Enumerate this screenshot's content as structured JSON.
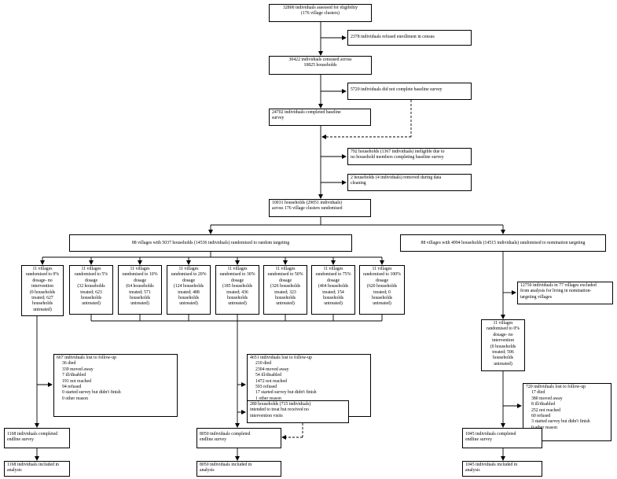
{
  "boxes": {
    "assessed": [
      "32800 individuals assessed for eligibility",
      "(176 village clusters)"
    ],
    "refused": [
      "2378 individuals refused enrollment in census"
    ],
    "censused": [
      "30422 individuals censused across",
      "10825 households"
    ],
    "no_baseline": [
      "5720 individuals did not complete baseline survey"
    ],
    "baseline": [
      "24702 individuals completed baseline",
      "survey"
    ],
    "ineligible": [
      "792 households (1367 individuals) ineligible due to",
      "no household members completing baseline survey"
    ],
    "removed": [
      "2 households (4 individuals) removed during data",
      "cleaning"
    ],
    "randomised": [
      "10031 households (29051 individuals)",
      "across 176 village clusters randomised"
    ],
    "random_targeting": [
      "88 villages with 5037 households (14536 individuals) randomised to random targeting"
    ],
    "nomination_targeting": [
      "88 villages with 4994 households (14515 individuals) randomised to nomination targeting"
    ],
    "arms": [
      [
        "11 villages",
        "randomised to 0%",
        "dosage- no",
        "intervention",
        "(0 households",
        "treated; 627",
        "households",
        "untreated)"
      ],
      [
        "11 villages",
        "randomised to 5%",
        "dosage",
        "(32 households",
        "treated; 623",
        "households",
        "untreated)"
      ],
      [
        "11 villages",
        "randomised to 10%",
        "dosage",
        "(64 households",
        "treated; 571",
        "households",
        "untreated)"
      ],
      [
        "11 villages",
        "randomised to 20%",
        "dosage",
        "(124 households",
        "treated; 488",
        "households",
        "untreated)"
      ],
      [
        "11 villages",
        "randomised to 30%",
        "dosage",
        "(185 households",
        "treated; 436",
        "households",
        "untreated)"
      ],
      [
        "11 villages",
        "randomised to 50%",
        "dosage",
        "(326 households",
        "treated; 323",
        "households",
        "untreated)"
      ],
      [
        "11 villages",
        "randomised to 75%",
        "dosage",
        "(464 households",
        "treated; 154",
        "households",
        "untreated)"
      ],
      [
        "11 villages",
        "randomised to 100%",
        "dosage",
        "(620 households",
        "treated;  0",
        "households",
        "untreated)"
      ]
    ],
    "excluded_nomination": [
      "12750 individuals in 77 villages excluded",
      "from analysis for living in nomination-",
      "targeting villages"
    ],
    "nomination_arm": [
      "11 villages",
      "randomised to 0%",
      "dosage- no",
      "intervention",
      "(0 households",
      "treated; 596",
      "households",
      "untreated)"
    ],
    "lost_control": {
      "title": "667 individuals lost to follow-up",
      "items": [
        "36 died",
        "339 moved away",
        "7 ill/disabled",
        "191 not reached",
        "94 refused",
        "0 started survey but didn't finish",
        "0 other reason"
      ]
    },
    "lost_treated": {
      "title": "4651 individuals lost to follow-up",
      "items": [
        "210 died",
        "2304 moved away",
        "54 ill/disabled",
        "1472 not reached",
        "593 refused",
        "17 started survey but didn't finish",
        "1 other reason"
      ]
    },
    "lost_nomination": {
      "title": "720 individuals lost to follow-up",
      "items": [
        "17 died",
        "380 moved away",
        "8 ill/disabled",
        "252 not reached",
        "60 refused",
        "3 started survey but didn't finish",
        "0 other reason"
      ]
    },
    "no_intervention": [
      "280 households (715 individuals)",
      "intended to treat but received no",
      "intervention visits"
    ],
    "endline_control": [
      "1168 individuals completed",
      "endline survey"
    ],
    "endline_treated": [
      "8050 individuals completed",
      "endline survey"
    ],
    "endline_nomination": [
      "1045 individuals completed",
      "endline survey"
    ],
    "analysis_control": [
      "1168 individuals included in",
      "analysis"
    ],
    "analysis_treated": [
      "8050 individuals included in",
      "analysis"
    ],
    "analysis_nomination": [
      "1045 individuals included in",
      "analysis"
    ]
  }
}
